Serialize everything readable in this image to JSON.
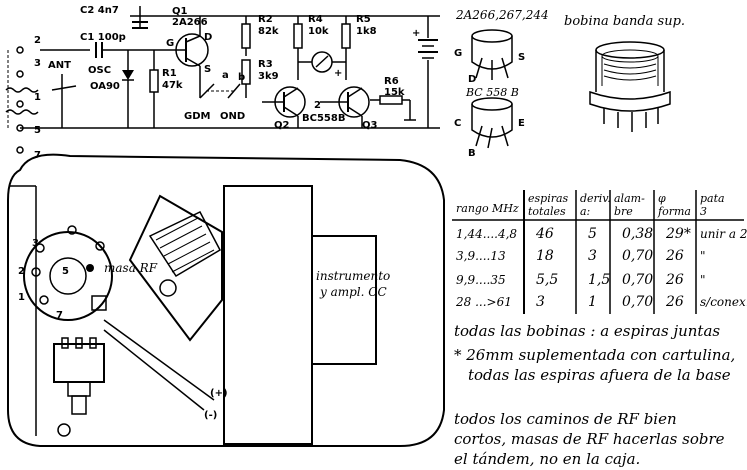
{
  "schematic": {
    "c2": "C2 4n7",
    "q1": "Q1",
    "q1_type": "2A266",
    "r2": "R2",
    "r2_val": "82k",
    "r4": "R4",
    "r4_val": "10k",
    "r5": "R5",
    "r5_val": "1k8",
    "c1": "C1 100p",
    "g": "G",
    "d": "D",
    "s": "S",
    "r1": "R1",
    "r1_val": "47k",
    "r3": "R3",
    "r3_val": "3k9",
    "ant": "ANT",
    "osc": "OSC",
    "oa90": "OA90",
    "t2": "2",
    "t3": "3",
    "t1": "1",
    "t5": "5",
    "t7": "7",
    "r6": "R6",
    "r6_val": "15k",
    "gdm": "GDM",
    "ond": "OND",
    "sw_a": "a",
    "sw_b": "b",
    "q2": "Q2",
    "q3": "Q3",
    "num2": "2",
    "bc558b": "BC558B",
    "plus": "+",
    "minus": "-"
  },
  "pinout": {
    "title": "2A266,267,244",
    "g": "G",
    "s": "S",
    "d": "D",
    "bc558": "BC 558 B",
    "c": "C",
    "e": "E",
    "b": "B"
  },
  "coil": {
    "title": "bobina banda sup."
  },
  "assembly": {
    "masa_rf": "masa RF",
    "instrumento": "instrumento",
    "ampl": "y ampl. CC",
    "pin3": "3",
    "pin2": "2",
    "pin5": "5",
    "pin1": "1",
    "pin7": "7",
    "plus": "(+)",
    "minus": "(-)"
  },
  "table": {
    "headers": [
      [
        "rango MHz"
      ],
      [
        "espiras",
        "totales"
      ],
      [
        "deriv.",
        "a:"
      ],
      [
        "alam-",
        "bre"
      ],
      [
        "φ",
        "forma"
      ],
      [
        "pata",
        "3"
      ]
    ],
    "rows": [
      [
        "1,44....4,8",
        "46",
        "5",
        "0,38",
        "29*",
        "unir a 2"
      ],
      [
        "3,9....13",
        "18",
        "3",
        "0,70",
        "26",
        "\""
      ],
      [
        "9,9....35",
        "5,5",
        "1,5",
        "0,70",
        "26",
        "\""
      ],
      [
        "28 ...>61",
        "3",
        "1",
        "0,70",
        "26",
        "s/conex."
      ]
    ]
  },
  "notes": {
    "line1": "todas las bobinas : a espiras juntas",
    "line2": "* 26mm suplementada con cartulina,",
    "line3": "todas las espiras afuera de la base",
    "line4": "todos los caminos de RF bien",
    "line5": "cortos, masas de RF hacerlas sobre",
    "line6": "el tándem, no en la caja."
  },
  "colors": {
    "ink": "#000000",
    "paper": "#ffffff"
  }
}
